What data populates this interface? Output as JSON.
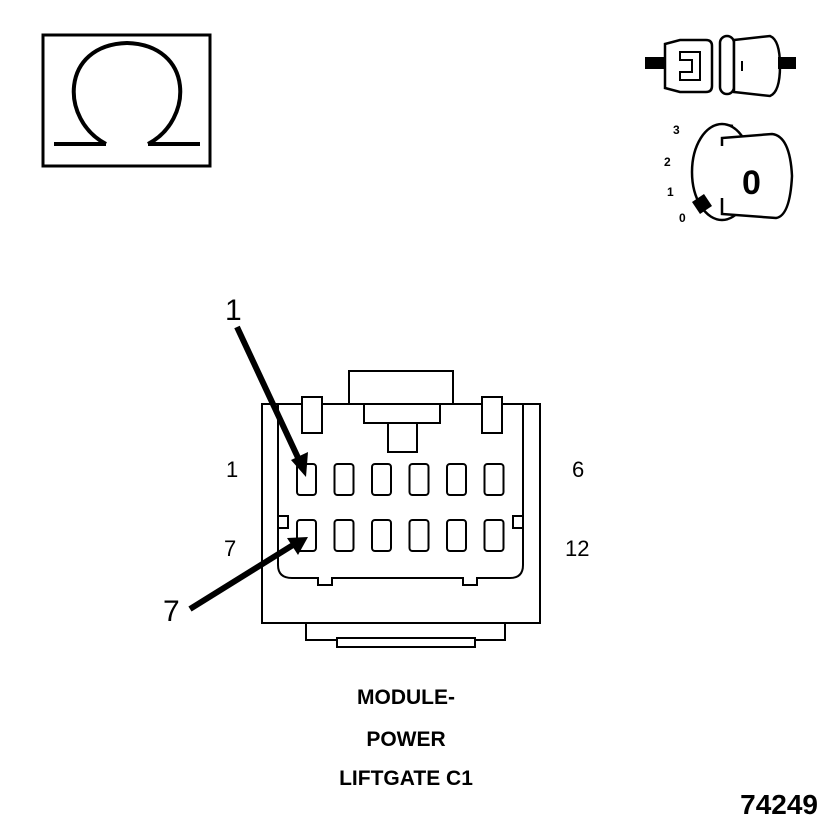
{
  "symbols": {
    "ohm_meter": "ohmmeter-icon",
    "connector_disconnect": "connector-disconnected-icon",
    "ignition": "ignition-key-icon"
  },
  "ignition": {
    "positions": [
      "3",
      "2",
      "1",
      "0"
    ],
    "key_label": "0"
  },
  "connector": {
    "pin_labels": {
      "top_left": "1",
      "top_right": "6",
      "bottom_left": "7",
      "bottom_right": "12"
    },
    "callouts": [
      "1",
      "7"
    ],
    "rows": 2,
    "pins_per_row": 6
  },
  "title_lines": [
    "MODULE-",
    "POWER",
    "LIFTGATE C1"
  ],
  "figure_number": "74249"
}
